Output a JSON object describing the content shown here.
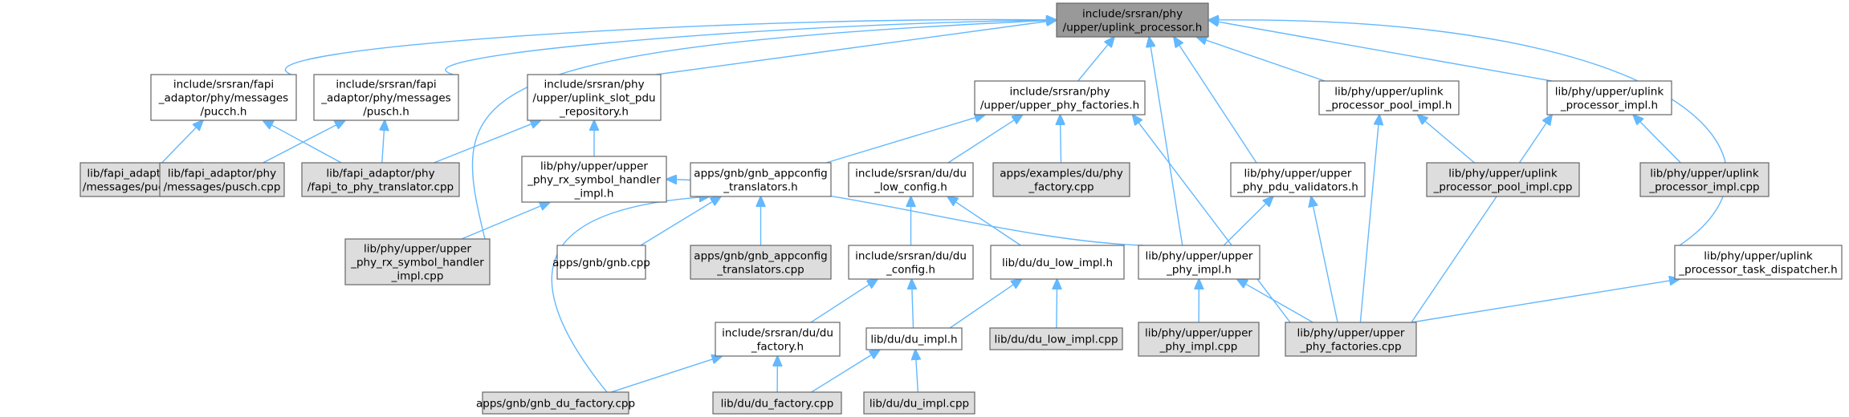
{
  "graph": {
    "root_fill": "#999999",
    "file_fill": "#dddddd",
    "header_fill": "#ffffff",
    "border_color": "#666666",
    "edge_color": "#63b8ff",
    "nodes": [
      {
        "id": "root",
        "kind": "root",
        "lines": [
          "include/srsran/phy",
          "/upper/uplink_processor.h"
        ]
      },
      {
        "id": "fapi_pucch_h",
        "kind": "header",
        "lines": [
          "include/srsran/fapi",
          "_adaptor/phy/messages",
          "/pucch.h"
        ]
      },
      {
        "id": "fapi_pusch_h",
        "kind": "header",
        "lines": [
          "include/srsran/fapi",
          "_adaptor/phy/messages",
          "/pusch.h"
        ]
      },
      {
        "id": "slot_pdu_repo_h",
        "kind": "header",
        "lines": [
          "include/srsran/phy",
          "/upper/uplink_slot_pdu",
          "_repository.h"
        ]
      },
      {
        "id": "upper_phy_factories_h",
        "kind": "header",
        "lines": [
          "include/srsran/phy",
          "/upper/upper_phy_factories.h"
        ]
      },
      {
        "id": "pool_impl_h",
        "kind": "header",
        "lines": [
          "lib/phy/upper/uplink",
          "_processor_pool_impl.h"
        ]
      },
      {
        "id": "proc_impl_h",
        "kind": "header",
        "lines": [
          "lib/phy/upper/uplink",
          "_processor_impl.h"
        ]
      },
      {
        "id": "pucch_cpp",
        "kind": "file",
        "lines": [
          "lib/fapi_adaptor/phy",
          "/messages/pucch.cpp"
        ]
      },
      {
        "id": "pusch_cpp",
        "kind": "file",
        "lines": [
          "lib/fapi_adaptor/phy",
          "/messages/pusch.cpp"
        ]
      },
      {
        "id": "fapi_translator_cpp",
        "kind": "file",
        "lines": [
          "lib/fapi_adaptor/phy",
          "/fapi_to_phy_translator.cpp"
        ]
      },
      {
        "id": "rx_handler_h",
        "kind": "header",
        "lines": [
          "lib/phy/upper/upper",
          "_phy_rx_symbol_handler",
          "_impl.h"
        ]
      },
      {
        "id": "gnb_translators_h",
        "kind": "header",
        "lines": [
          "apps/gnb/gnb_appconfig",
          "_translators.h"
        ]
      },
      {
        "id": "du_low_config_h",
        "kind": "header",
        "lines": [
          "include/srsran/du/du",
          "_low_config.h"
        ]
      },
      {
        "id": "du_phy_factory_cpp",
        "kind": "file",
        "lines": [
          "apps/examples/du/phy",
          "_factory.cpp"
        ]
      },
      {
        "id": "pdu_validators_h",
        "kind": "header",
        "lines": [
          "lib/phy/upper/upper",
          "_phy_pdu_validators.h"
        ]
      },
      {
        "id": "pool_impl_cpp",
        "kind": "file",
        "lines": [
          "lib/phy/upper/uplink",
          "_processor_pool_impl.cpp"
        ]
      },
      {
        "id": "proc_impl_cpp",
        "kind": "file",
        "lines": [
          "lib/phy/upper/uplink",
          "_processor_impl.cpp"
        ]
      },
      {
        "id": "rx_handler_cpp",
        "kind": "file",
        "lines": [
          "lib/phy/upper/upper",
          "_phy_rx_symbol_handler",
          "_impl.cpp"
        ]
      },
      {
        "id": "gnb_cpp",
        "kind": "header",
        "lines": [
          "apps/gnb/gnb.cpp"
        ]
      },
      {
        "id": "gnb_translators_cpp",
        "kind": "file",
        "lines": [
          "apps/gnb/gnb_appconfig",
          "_translators.cpp"
        ]
      },
      {
        "id": "du_config_h",
        "kind": "header",
        "lines": [
          "include/srsran/du/du",
          "_config.h"
        ]
      },
      {
        "id": "du_low_impl_h",
        "kind": "header",
        "lines": [
          "lib/du/du_low_impl.h"
        ]
      },
      {
        "id": "upper_phy_impl_h",
        "kind": "header",
        "lines": [
          "lib/phy/upper/upper",
          "_phy_impl.h"
        ]
      },
      {
        "id": "task_dispatcher_h",
        "kind": "header",
        "lines": [
          "lib/phy/upper/uplink",
          "_processor_task_dispatcher.h"
        ]
      },
      {
        "id": "du_factory_h",
        "kind": "header",
        "lines": [
          "include/srsran/du/du",
          "_factory.h"
        ]
      },
      {
        "id": "du_impl_h",
        "kind": "header",
        "lines": [
          "lib/du/du_impl.h"
        ]
      },
      {
        "id": "du_low_impl_cpp",
        "kind": "file",
        "lines": [
          "lib/du/du_low_impl.cpp"
        ]
      },
      {
        "id": "upper_phy_impl_cpp",
        "kind": "file",
        "lines": [
          "lib/phy/upper/upper",
          "_phy_impl.cpp"
        ]
      },
      {
        "id": "upper_phy_factories_cpp",
        "kind": "file",
        "lines": [
          "lib/phy/upper/upper",
          "_phy_factories.cpp"
        ]
      },
      {
        "id": "gnb_du_factory_cpp",
        "kind": "file",
        "lines": [
          "apps/gnb/gnb_du_factory.cpp"
        ]
      },
      {
        "id": "du_factory_cpp",
        "kind": "file",
        "lines": [
          "lib/du/du_factory.cpp"
        ]
      },
      {
        "id": "du_impl_cpp",
        "kind": "file",
        "lines": [
          "lib/du/du_impl.cpp"
        ]
      }
    ],
    "edges": [
      [
        "fapi_pucch_h",
        "root"
      ],
      [
        "fapi_pusch_h",
        "root"
      ],
      [
        "slot_pdu_repo_h",
        "root"
      ],
      [
        "upper_phy_factories_h",
        "root"
      ],
      [
        "pool_impl_h",
        "root"
      ],
      [
        "proc_impl_h",
        "root"
      ],
      [
        "rx_handler_cpp",
        "root"
      ],
      [
        "pdu_validators_h",
        "root"
      ],
      [
        "upper_phy_impl_h",
        "root"
      ],
      [
        "task_dispatcher_h",
        "root"
      ],
      [
        "pucch_cpp",
        "fapi_pucch_h"
      ],
      [
        "fapi_translator_cpp",
        "fapi_pucch_h"
      ],
      [
        "pusch_cpp",
        "fapi_pusch_h"
      ],
      [
        "fapi_translator_cpp",
        "fapi_pusch_h"
      ],
      [
        "fapi_translator_cpp",
        "slot_pdu_repo_h"
      ],
      [
        "rx_handler_h",
        "slot_pdu_repo_h"
      ],
      [
        "gnb_translators_h",
        "upper_phy_factories_h"
      ],
      [
        "du_low_config_h",
        "upper_phy_factories_h"
      ],
      [
        "du_phy_factory_cpp",
        "upper_phy_factories_h"
      ],
      [
        "upper_phy_factories_cpp",
        "upper_phy_factories_h"
      ],
      [
        "upper_phy_factories_cpp",
        "pool_impl_h"
      ],
      [
        "pool_impl_cpp",
        "pool_impl_h"
      ],
      [
        "upper_phy_factories_cpp",
        "proc_impl_h"
      ],
      [
        "proc_impl_cpp",
        "proc_impl_h"
      ],
      [
        "rx_handler_cpp",
        "rx_handler_h"
      ],
      [
        "upper_phy_impl_h",
        "rx_handler_h"
      ],
      [
        "gnb_cpp",
        "gnb_translators_h"
      ],
      [
        "gnb_translators_cpp",
        "gnb_translators_h"
      ],
      [
        "gnb_du_factory_cpp",
        "gnb_translators_h"
      ],
      [
        "du_config_h",
        "du_low_config_h"
      ],
      [
        "du_low_impl_h",
        "du_low_config_h"
      ],
      [
        "upper_phy_impl_h",
        "pdu_validators_h"
      ],
      [
        "upper_phy_factories_cpp",
        "pdu_validators_h"
      ],
      [
        "du_factory_h",
        "du_config_h"
      ],
      [
        "du_impl_h",
        "du_config_h"
      ],
      [
        "du_impl_h",
        "du_low_impl_h"
      ],
      [
        "du_low_impl_cpp",
        "du_low_impl_h"
      ],
      [
        "upper_phy_impl_cpp",
        "upper_phy_impl_h"
      ],
      [
        "upper_phy_factories_cpp",
        "upper_phy_impl_h"
      ],
      [
        "upper_phy_factories_cpp",
        "task_dispatcher_h"
      ],
      [
        "gnb_du_factory_cpp",
        "du_factory_h"
      ],
      [
        "du_factory_cpp",
        "du_factory_h"
      ],
      [
        "du_factory_cpp",
        "du_impl_h"
      ],
      [
        "du_impl_cpp",
        "du_impl_h"
      ]
    ]
  }
}
